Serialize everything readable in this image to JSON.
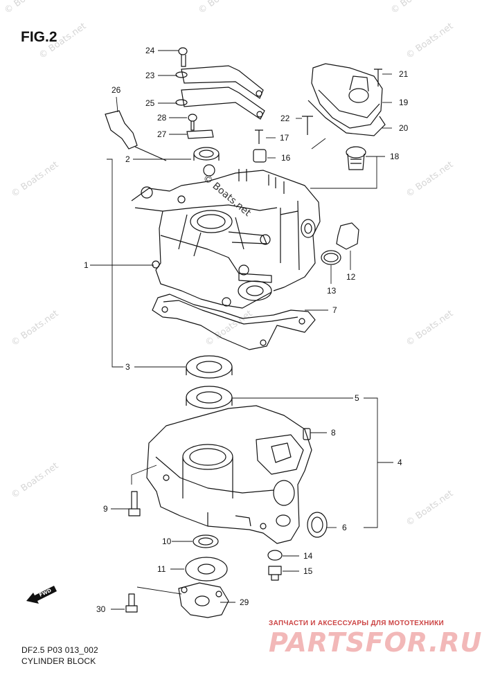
{
  "figure": {
    "title": "FIG.2"
  },
  "footer": {
    "line1": "DF2.5 P03 013_002",
    "line2": "CYLINDER BLOCK"
  },
  "fwd_marker": "FWD",
  "watermark": {
    "text": "© Boats.net"
  },
  "branding": {
    "caption": "ЗАПЧАСТИ И АКСЕССУАРЫ ДЛЯ МОТОТЕХНИКИ",
    "logo": "PARTSFOR.RU"
  },
  "callouts": {
    "p1": "1",
    "p2": "2",
    "p3": "3",
    "p4": "4",
    "p5": "5",
    "p6": "6",
    "p7": "7",
    "p8": "8",
    "p9": "9",
    "p10": "10",
    "p11": "11",
    "p12": "12",
    "p13": "13",
    "p14": "14",
    "p15": "15",
    "p16": "16",
    "p17": "17",
    "p18": "18",
    "p19": "19",
    "p20": "20",
    "p21": "21",
    "p22": "22",
    "p23": "23",
    "p24": "24",
    "p25": "25",
    "p26": "26",
    "p27": "27",
    "p28": "28",
    "p29": "29",
    "p30": "30"
  }
}
